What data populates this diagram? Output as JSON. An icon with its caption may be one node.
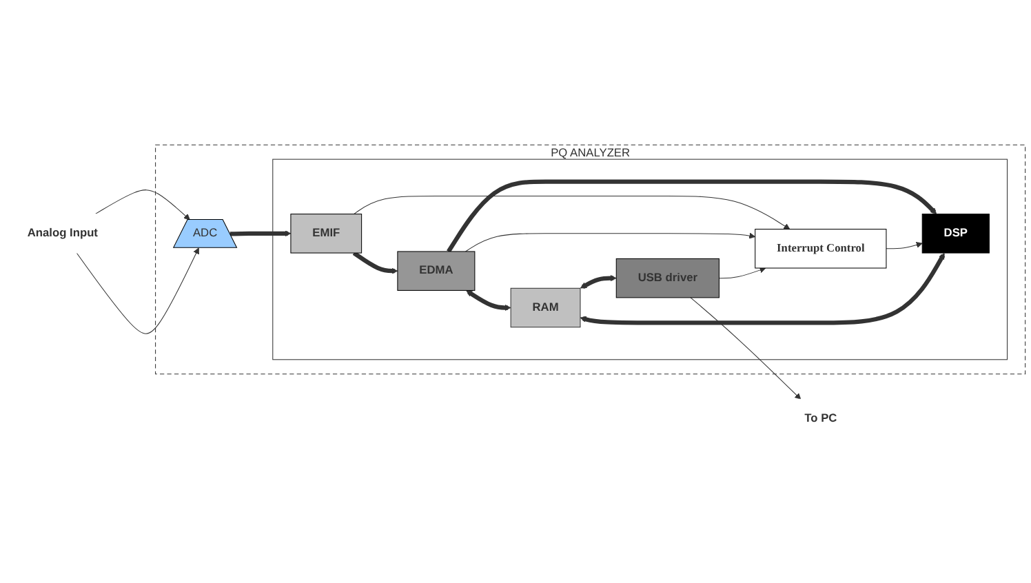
{
  "diagram": {
    "nodes": [
      {
        "text": [
          "PQ ANALYZER"
        ]
      },
      {
        "text": [
          "Analog Input"
        ]
      },
      {
        "text": [
          "ADC"
        ],
        "in": 0
      },
      {
        "text": [],
        "shape": "box",
        "in": 0
      },
      {
        "text": [
          "EMIF"
        ],
        "in": 3
      },
      {
        "text": [
          "EDMA"
        ],
        "in": 3
      },
      {
        "text": [
          "RAM"
        ],
        "in": 3
      },
      {
        "text": [
          "DSP"
        ],
        "in": 3
      },
      {
        "text": [
          "Interrupt Control"
        ],
        "in": 3
      },
      {
        "text": [
          "USB driver"
        ],
        "in": 3
      },
      {
        "text": [
          "To PC"
        ]
      }
    ],
    "edges": [
      {
        "from": 1,
        "to": 2,
        "arrow": "to"
      },
      {
        "from": 1,
        "to": 2,
        "arrow": "to"
      },
      {
        "from": 2,
        "to": 4,
        "arrow": "to",
        "style": "thick"
      },
      {
        "from": 4,
        "to": 5,
        "arrow": "to",
        "style": "thick"
      },
      {
        "from": 5,
        "to": 6,
        "arrow": "both",
        "style": "thick"
      },
      {
        "from": 5,
        "to": 7,
        "arrow": "to",
        "style": "thick"
      },
      {
        "from": 7,
        "to": 6,
        "arrow": "both",
        "style": "thick"
      },
      {
        "from": 6,
        "to": 9,
        "arrow": "both",
        "style": "thick"
      },
      {
        "from": 4,
        "to": 8,
        "arrow": "to"
      },
      {
        "from": 5,
        "to": 8,
        "arrow": "to"
      },
      {
        "from": 8,
        "to": 7,
        "arrow": "to"
      },
      {
        "from": 9,
        "to": 8,
        "arrow": "to"
      },
      {
        "from": 9,
        "to": 10,
        "arrow": "to"
      }
    ]
  }
}
